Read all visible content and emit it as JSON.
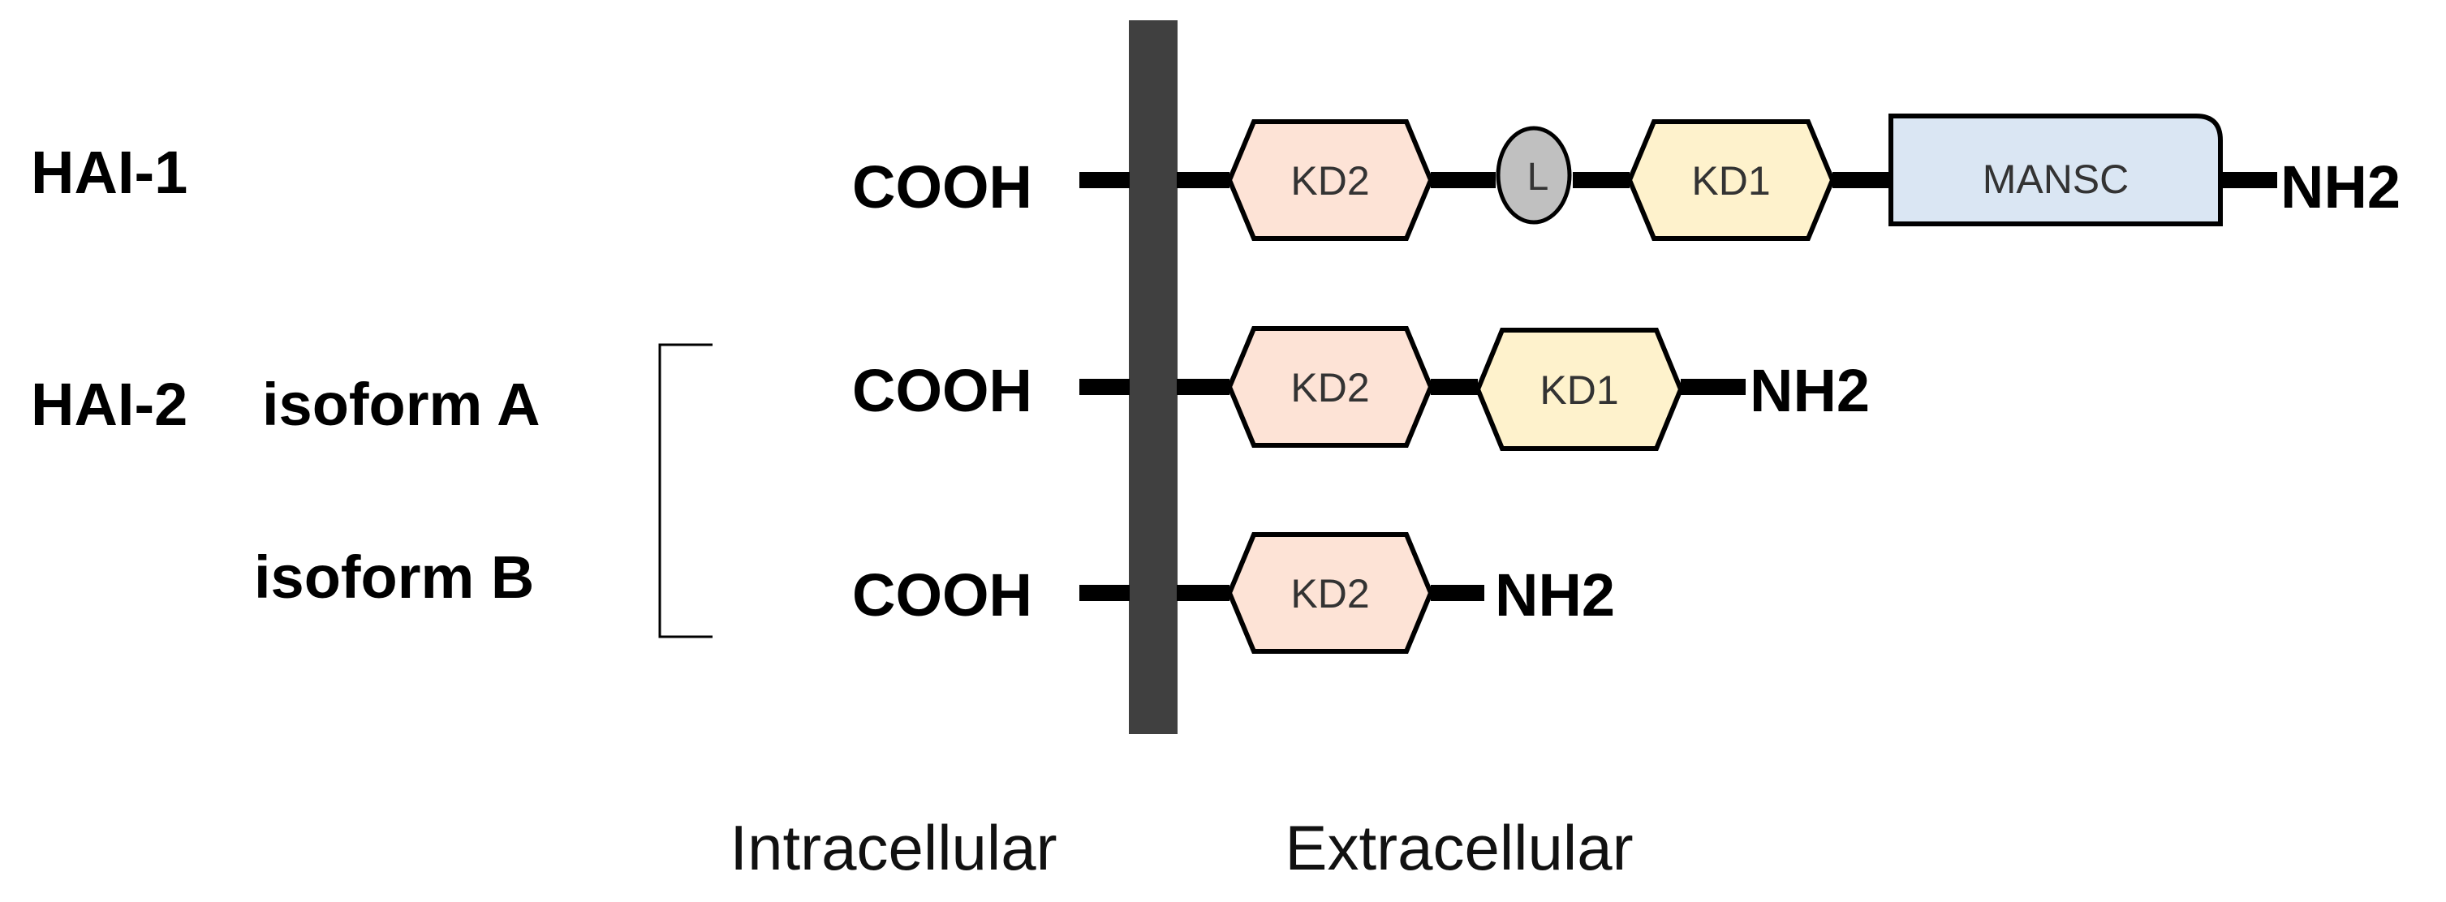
{
  "rows": {
    "hai1": {
      "label": "HAI-1",
      "cterm": "COOH",
      "nterm": "NH2"
    },
    "hai2a": {
      "label": "HAI-2",
      "isoform": "isoform A",
      "cterm": "COOH",
      "nterm": "NH2"
    },
    "hai2b": {
      "isoform": "isoform B",
      "cterm": "COOH",
      "nterm": "NH2"
    }
  },
  "domains": {
    "kd2": "KD2",
    "kd1": "KD1",
    "linker": "L",
    "mansc": "MANSC"
  },
  "sides": {
    "intracellular": "Intracellular",
    "extracellular": "Extracellular"
  },
  "colors": {
    "kd2": "#fde3d6",
    "kd1": "#fef2cc",
    "mansc": "#dae6f3",
    "linker": "#c0c0c0",
    "membrane": "#404040"
  }
}
